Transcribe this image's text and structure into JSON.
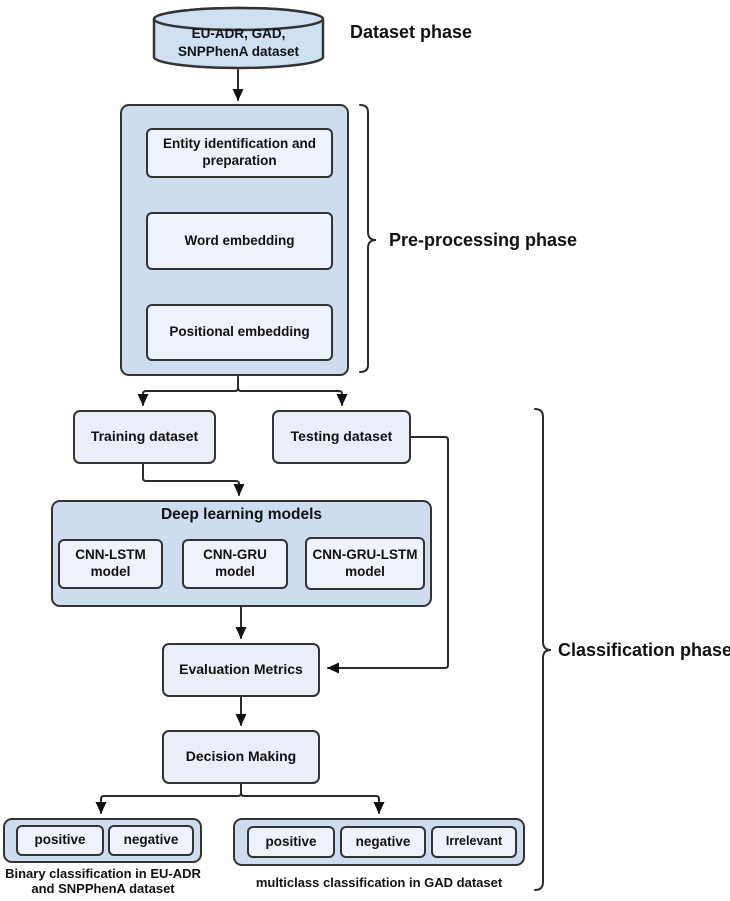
{
  "colors": {
    "container_fill": "#cddcef",
    "node_fill": "#e9eef8",
    "inner_fill": "#eef2fb",
    "border": "#333333",
    "arrow": "#1a1a1a",
    "text": "#111111",
    "background": "#ffffff"
  },
  "dataset": {
    "cylinder_label": "EU-ADR, GAD,\nSNPPhenA dataset",
    "phase_label": "Dataset phase"
  },
  "preprocessing": {
    "phase_label": "Pre-processing phase",
    "steps": [
      {
        "label": "Entity identification and\npreparation"
      },
      {
        "label": "Word embedding"
      },
      {
        "label": "Positional embedding"
      }
    ]
  },
  "split": {
    "training_label": "Training dataset",
    "testing_label": "Testing dataset"
  },
  "deep_learning": {
    "title": "Deep learning models",
    "models": [
      {
        "label": "CNN-LSTM\nmodel"
      },
      {
        "label": "CNN-GRU\nmodel"
      },
      {
        "label": "CNN-GRU-LSTM\nmodel"
      }
    ]
  },
  "evaluation": {
    "label": "Evaluation Metrics"
  },
  "decision": {
    "label": "Decision Making"
  },
  "outcomes": {
    "binary": {
      "classes": [
        {
          "label": "positive"
        },
        {
          "label": "negative"
        }
      ],
      "caption": "Binary classification in EU-ADR\nand SNPPhenA dataset"
    },
    "multiclass": {
      "classes": [
        {
          "label": "positive"
        },
        {
          "label": "negative"
        },
        {
          "label": "Irrelevant"
        }
      ],
      "caption": "multiclass classification in GAD dataset"
    }
  },
  "classification": {
    "phase_label": "Classification phase"
  }
}
